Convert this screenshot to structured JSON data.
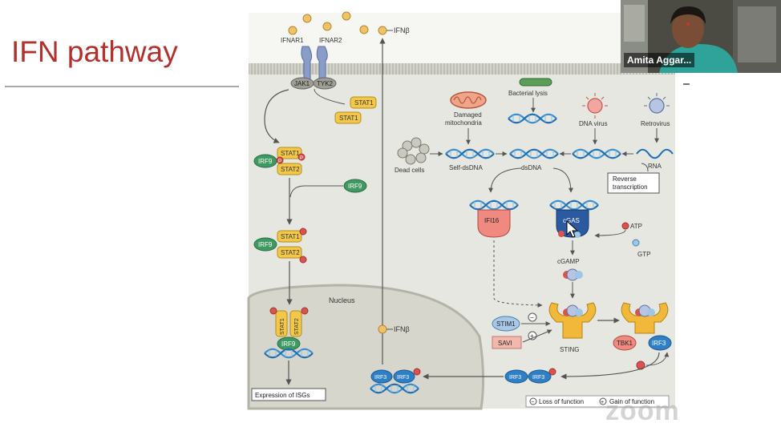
{
  "slide": {
    "title": "IFN pathway"
  },
  "diagram": {
    "receptors": {
      "ifnar1": "IFNAR1",
      "ifnar2": "IFNAR2",
      "jak1": "JAK1",
      "tyk2": "TYK2"
    },
    "stat1": "STAT1",
    "stat2": "STAT2",
    "irf9": "IRF9",
    "irf3": "IRF3",
    "phospho": "P",
    "ifnb": "IFNβ",
    "nucleus": "Nucleus",
    "isg_output": "Expression of ISGs",
    "sources": {
      "bacterial_lysis": "Bacterial lysis",
      "damaged_mito_line1": "Damaged",
      "damaged_mito_line2": "mitochondria",
      "dna_virus": "DNA virus",
      "retrovirus": "Retrovirus",
      "dead_cells": "Dead cells",
      "self_dsdna": "Self-dsDNA",
      "dsdna": "dsDNA",
      "rna": "RNA",
      "rt_line1": "Reverse",
      "rt_line2": "transcription"
    },
    "sensors": {
      "ifi16": "IFI16",
      "cgas": "cGAS",
      "atp": "ATP",
      "gtp": "GTP",
      "cgamp": "cGAMP"
    },
    "sting": {
      "label": "STING",
      "stim1": "STIM1",
      "savi": "SAVI",
      "tbk1": "TBK1",
      "minus": "−",
      "plus": "+"
    },
    "legend": {
      "loss": "Loss of function",
      "gain": "Gain of function"
    }
  },
  "video": {
    "speaker_name": "Amita Aggar..."
  },
  "watermark": "zoom",
  "colors": {
    "title": "#b4302c",
    "stat": "#f3c74a",
    "irf9": "#3f9a62",
    "irf3": "#2f7fc6",
    "phospho": "#d9534f",
    "savi": "#f2b8ae"
  }
}
